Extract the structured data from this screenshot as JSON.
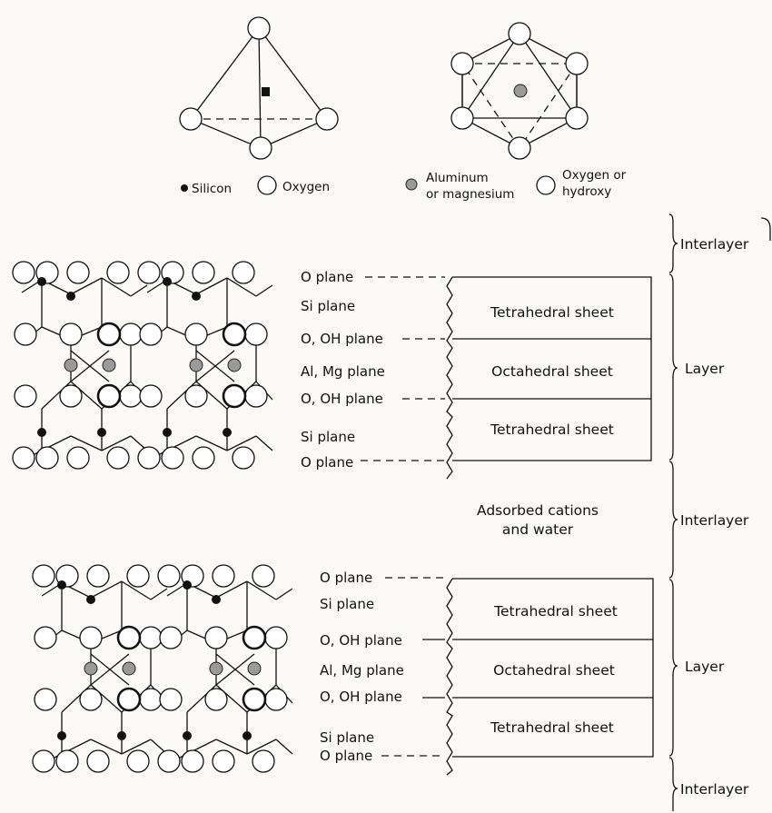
{
  "legend": {
    "silicon": "Silicon",
    "oxygen": "Oxygen",
    "aluminum_line1": "Aluminum",
    "aluminum_line2": "or magnesium",
    "oxyhyd_line1": "Oxygen or",
    "oxyhyd_line2": "hydroxy"
  },
  "planes": [
    "O plane",
    "Si plane",
    "O, OH plane",
    "Al, Mg plane",
    "O, OH plane",
    "Si plane",
    "O plane"
  ],
  "sheets": [
    "Tetrahedral sheet",
    "Octahedral sheet",
    "Tetrahedral sheet"
  ],
  "adsorbed": {
    "line1": "Adsorbed cations",
    "line2": "and water"
  },
  "side": {
    "interlayer": "Interlayer",
    "layer": "Layer"
  }
}
